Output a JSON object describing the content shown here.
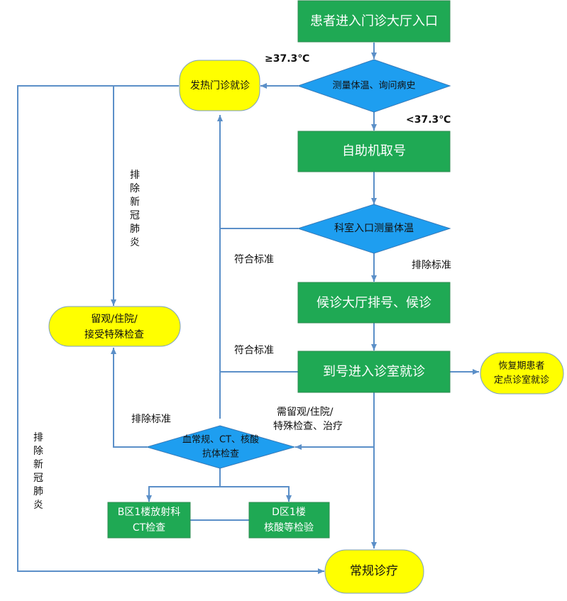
{
  "nodes": {
    "entrance": "患者进入门诊大厅入口",
    "measure_temp": "测量体温、询问病史",
    "fever_clinic": "发热门诊就诊",
    "self_service": "自助机取号",
    "dept_temp": "科室入口测量体温",
    "wait_hall": "候诊大厅排号、候诊",
    "enter_room": "到号进入诊室就诊",
    "recovery_line1": "恢复期患者",
    "recovery_line2": "定点诊室就诊",
    "observe_line1": "留观/住院/",
    "observe_line2": "接受特殊检查",
    "blood_test_line1": "血常规、CT、核酸",
    "blood_test_line2": "抗体检查",
    "ct_line1": "B区1楼放射科",
    "ct_line2": "CT检查",
    "nucleic_line1": "D区1楼",
    "nucleic_line2": "核酸等检验",
    "routine": "常规诊疗"
  },
  "labels": {
    "temp_high": "≥37.3℃",
    "temp_low": "<37.3℃",
    "exclude_new_pneumonia": "排除新冠肺炎",
    "meets_standard_1": "符合标准",
    "exclude_standard_1": "排除标准",
    "meets_standard_2": "符合标准",
    "needs_observation_line1": "需留观/住院/",
    "needs_observation_line2": "特殊检查、治疗",
    "exclude_standard_2": "排除标准",
    "exclude_new_pneumonia_2": "排除新冠肺炎"
  },
  "colors": {
    "green": "#1fa954",
    "green_stroke": "#2f8a50",
    "yellow": "#ffff00",
    "yellow_stroke": "#7a9ec2",
    "blue": "#1e9ef0",
    "blue_stroke": "#3579b8",
    "line": "#5b8fc8"
  }
}
